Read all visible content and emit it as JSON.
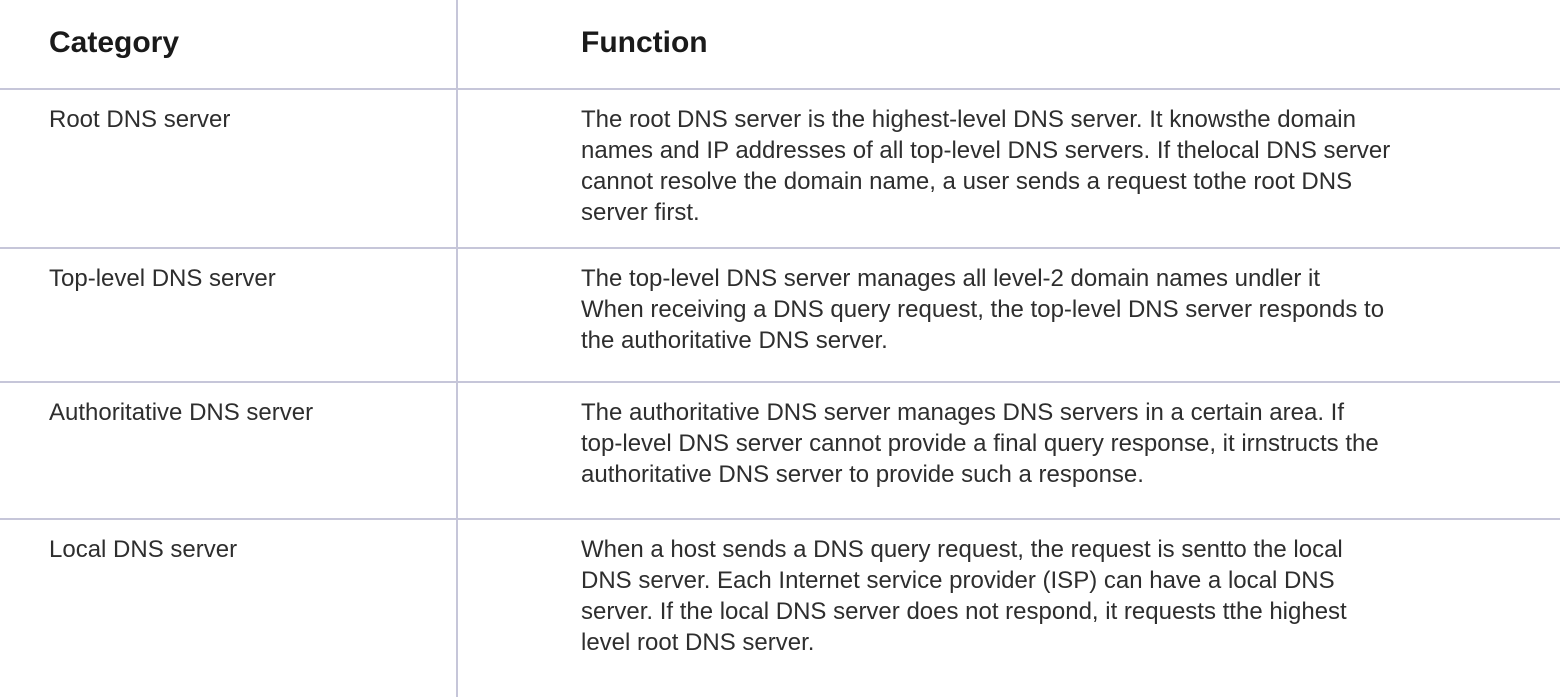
{
  "table": {
    "columns": [
      {
        "label": "Category"
      },
      {
        "label": "Function"
      }
    ],
    "rows": [
      {
        "category": "Root DNS server",
        "function": "The root DNS server is the highest-level DNS server. It knowsthe domain\nnames and IP addresses of all top-level DNS servers. If thelocal DNS server\ncannot resolve the domain name, a user sends a request tothe root DNS\nserver first."
      },
      {
        "category": "Top-level DNS server",
        "function": "The top-level DNS server manages all level-2 domain names undler it\nWhen receiving a DNS query request, the top-level DNS server responds to\nthe authoritative DNS server."
      },
      {
        "category": "Authoritative DNS server",
        "function": "The authoritative DNS server manages DNS servers in a certain area. If\ntop-level DNS server cannot provide a final query response, it irnstructs the\nauthoritative DNS server to provide such a response."
      },
      {
        "category": "Local DNS server",
        "function": "When a host sends a DNS query request, the request is sentto the local\nDNS server. Each Internet service provider (ISP) can have a local DNS\nserver. If the local DNS server does not respond, it requests tthe highest\nlevel root DNS server."
      }
    ]
  },
  "colors": {
    "border": "#c6c6d9",
    "header_text": "#1a1a1a",
    "body_text": "#2e2e2e",
    "background": "#ffffff"
  }
}
